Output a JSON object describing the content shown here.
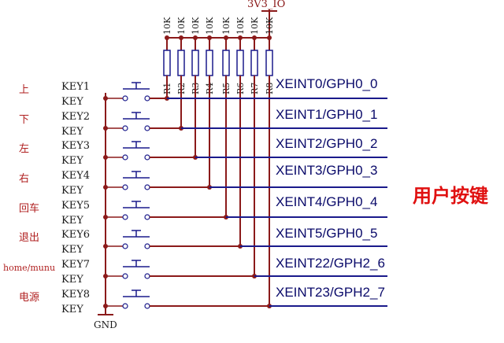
{
  "power_label": "3V3_IO",
  "ground_label": "GND",
  "title": "用户按键",
  "resistors": [
    {
      "name": "R1",
      "value": "10K"
    },
    {
      "name": "R2",
      "value": "10K"
    },
    {
      "name": "R3",
      "value": "10K"
    },
    {
      "name": "R4",
      "value": "10K"
    },
    {
      "name": "R5",
      "value": "10K"
    },
    {
      "name": "R6",
      "value": "10K"
    },
    {
      "name": "R7",
      "value": "10K"
    },
    {
      "name": "R8",
      "value": "10K"
    }
  ],
  "keys": [
    {
      "id": "KEY1",
      "sub": "KEY",
      "function": "上",
      "signal": "XEINT0/GPH0_0"
    },
    {
      "id": "KEY2",
      "sub": "KEY",
      "function": "下",
      "signal": "XEINT1/GPH0_1"
    },
    {
      "id": "KEY3",
      "sub": "KEY",
      "function": "左",
      "signal": "XEINT2/GPH0_2"
    },
    {
      "id": "KEY4",
      "sub": "KEY",
      "function": "右",
      "signal": "XEINT3/GPH0_3"
    },
    {
      "id": "KEY5",
      "sub": "KEY",
      "function": "回车",
      "signal": "XEINT4/GPH0_4"
    },
    {
      "id": "KEY6",
      "sub": "KEY",
      "function": "退出",
      "signal": "XEINT5/GPH0_5"
    },
    {
      "id": "KEY7",
      "sub": "KEY",
      "function": "home/munu",
      "signal": "XEINT22/GPH2_6"
    },
    {
      "id": "KEY8",
      "sub": "KEY",
      "function": "电源",
      "signal": "XEINT23/GPH2_7"
    }
  ]
}
